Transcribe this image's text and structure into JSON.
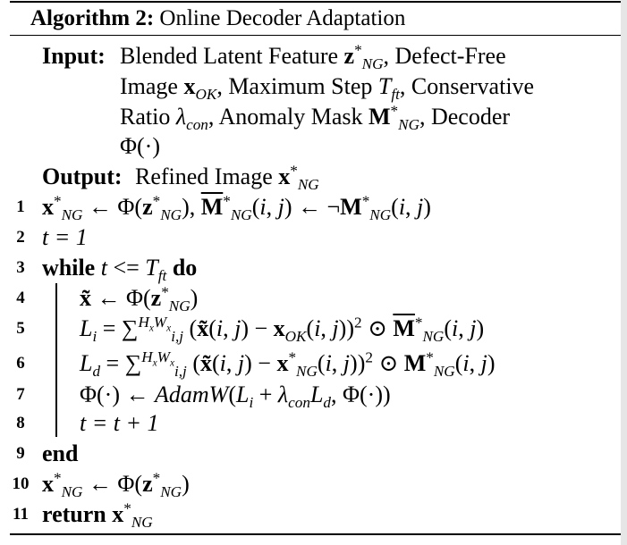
{
  "algorithm": {
    "label": "Algorithm 2:",
    "title": "Online Decoder Adaptation"
  },
  "input": {
    "label": "Input:",
    "line1_text": "Blended Latent Feature ",
    "line1_end": ", Defect-Free",
    "line2_a": "Image ",
    "line2_b": ", Maximum Step ",
    "line2_c": ", Conservative",
    "line3_a": "Ratio ",
    "line3_b": ", Anomaly Mask ",
    "line3_c": ", Decoder",
    "line4": "Φ(·)"
  },
  "output": {
    "label": "Output:",
    "text": "Refined Image "
  },
  "lines": [
    {
      "num": "1"
    },
    {
      "num": "2"
    },
    {
      "num": "3"
    },
    {
      "num": "4"
    },
    {
      "num": "5"
    },
    {
      "num": "6"
    },
    {
      "num": "7"
    },
    {
      "num": "8"
    },
    {
      "num": "9"
    },
    {
      "num": "10"
    },
    {
      "num": "11"
    }
  ],
  "keywords": {
    "while": "while",
    "do": "do",
    "end": "end",
    "return": "return"
  },
  "code": {
    "l2": "t = 1",
    "l7_func": "AdamW",
    "l8": "t = t + 1"
  }
}
